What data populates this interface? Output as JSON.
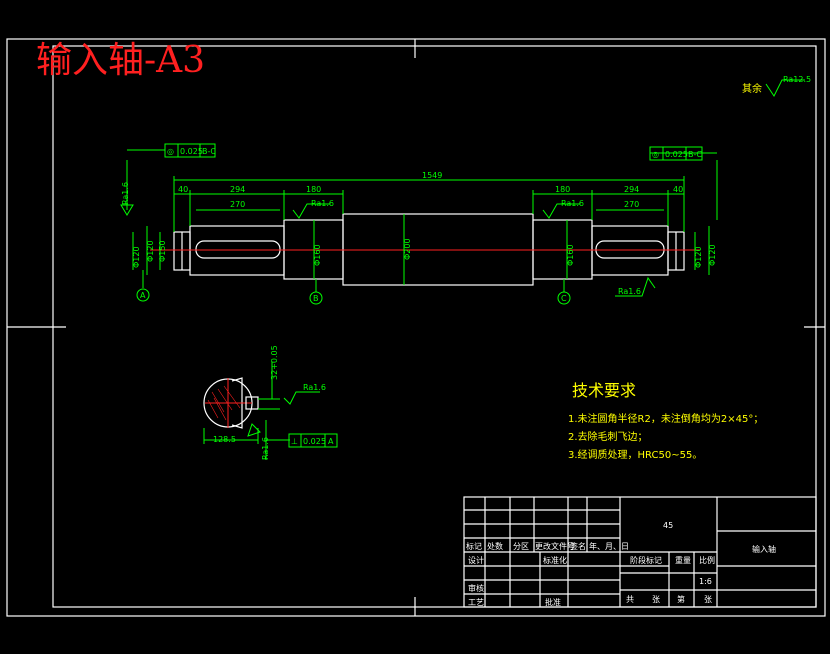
{
  "title": "输入轴-A3",
  "roughness_note": {
    "label": "其余",
    "value": "Ra12.5"
  },
  "tolerance_frames": {
    "left": {
      "symbol": "◎",
      "value": "0.025",
      "datum": "B-C"
    },
    "right": {
      "symbol": "◎",
      "value": "0.025",
      "datum": "B-C"
    },
    "section": {
      "symbol": "⊥",
      "value": "0.025",
      "datum": "A"
    }
  },
  "dimensions": {
    "overall": "1549",
    "left_end": "40",
    "left_keyway_span": "294",
    "left_keyway": "270",
    "left_bearing": "180",
    "right_bearing": "180",
    "right_keyway_span": "294",
    "right_keyway": "270",
    "right_end": "40",
    "left_dia_outer": "Φ120",
    "left_dia_inner": "Φ120",
    "left_dia_mid": "Φ150",
    "bearing_dia_left": "Φ160",
    "main_dia": "Φ200",
    "bearing_dia_right": "Φ160",
    "right_dia_outer": "Φ120",
    "right_dia_inner": "Φ120",
    "vertical_left": "Ra1.6"
  },
  "roughness": {
    "left_bearing": "Ra1.6",
    "right_bearing": "Ra1.6",
    "right_end": "Ra1.6",
    "section_top": "Ra1.6",
    "section_side": "Ra1.6"
  },
  "datums": {
    "a": "A",
    "b": "B",
    "c": "C"
  },
  "section": {
    "depth": "128.5",
    "width": "32",
    "keyway_width_label": "32+0.05"
  },
  "tech": {
    "heading": "技术要求",
    "lines": [
      "1.未注圆角半径R2，未注倒角均为2×45°；",
      "2.去除毛刺飞边；",
      "3.经调质处理，HRC50~55。"
    ]
  },
  "title_block": {
    "material": "45",
    "part_name": "输入轴",
    "scale_value": "1:6",
    "labels": {
      "mark": "标记",
      "count": "处数",
      "zone": "分区",
      "doc": "更改文件号",
      "sign": "签名",
      "date": "年、月、日",
      "design": "设计",
      "standard": "标准化",
      "stage": "阶段标记",
      "weight": "重量",
      "scale": "比例",
      "review": "审核",
      "process": "工艺",
      "approve": "批准",
      "total": "共",
      "sheet": "张",
      "page_no": "第",
      "page": "张"
    }
  }
}
